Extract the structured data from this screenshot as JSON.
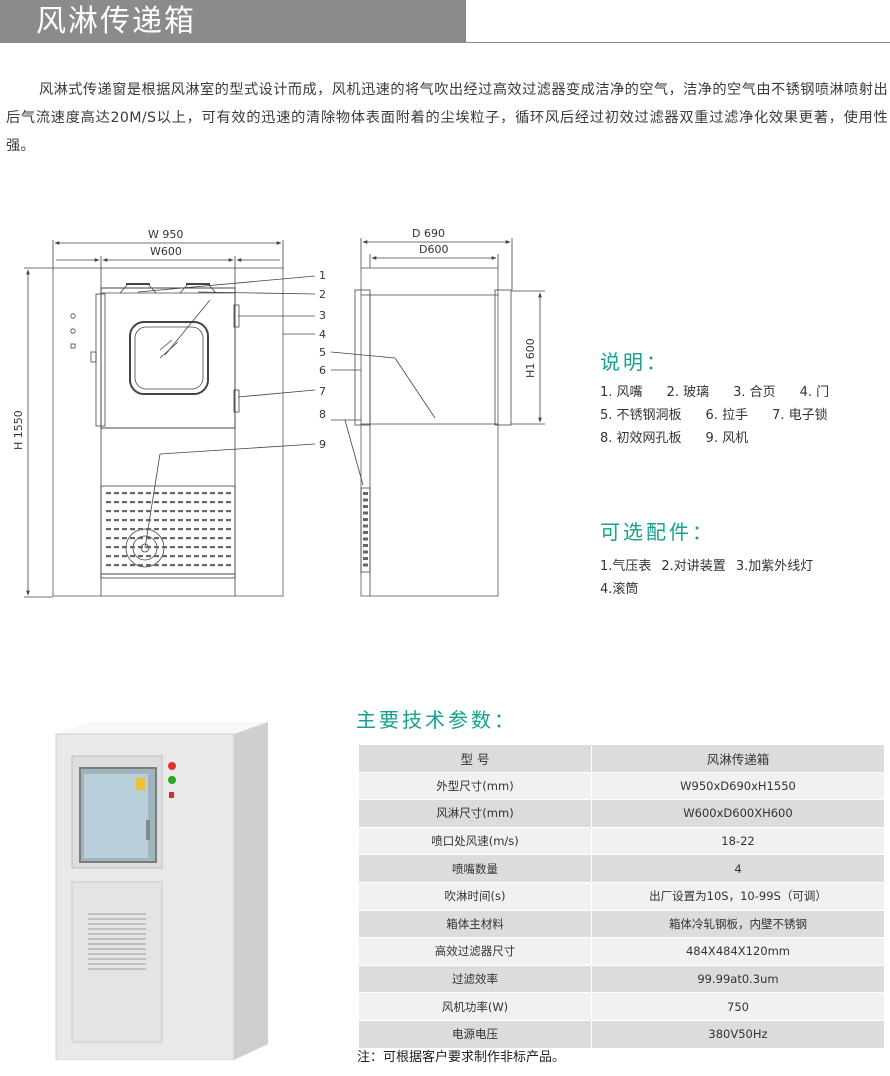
{
  "header": {
    "title": "风淋传递箱"
  },
  "intro": "风淋式传递窗是根据风淋室的型式设计而成，风机迅速的将气吹出经过高效过滤器变成洁净的空气，洁净的空气由不锈钢喷淋喷射出后气流速度高达20M/S以上，可有效的迅速的清除物体表面附着的尘埃粒子，循环风后经过初效过滤器双重过滤净化效果更著，使用性强。",
  "drawing": {
    "dims": {
      "w_outer": "W 950",
      "w_inner": "W600",
      "h_outer": "H 1550",
      "d_outer": "D 690",
      "d_inner": "D600",
      "h_inner": "H1 600"
    },
    "callouts": [
      "1",
      "2",
      "3",
      "4",
      "5",
      "6",
      "7",
      "8",
      "9"
    ]
  },
  "legend": {
    "title": "说明：",
    "lines": [
      [
        "1. 风嘴",
        "2. 玻璃",
        "3. 合页",
        "4. 门"
      ],
      [
        "5. 不锈钢洞板",
        "6. 拉手",
        "7. 电子锁"
      ],
      [
        "8. 初效网孔板",
        "9. 风机"
      ]
    ]
  },
  "options": {
    "title": "可选配件：",
    "lines": [
      [
        "1.气压表",
        "2.对讲装置",
        "3.加紫外线灯"
      ],
      [
        "4.滚筒"
      ]
    ]
  },
  "specs": {
    "title": "主要技术参数：",
    "header": [
      "型 号",
      "风淋传递箱"
    ],
    "rows": [
      [
        "外型尺寸(mm)",
        "W950xD690xH1550"
      ],
      [
        "风淋尺寸(mm)",
        "W600xD600XH600"
      ],
      [
        "喷口处风速(m/s)",
        "18-22"
      ],
      [
        "喷嘴数量",
        "4"
      ],
      [
        "吹淋时间(s)",
        "出厂设置为10S，10-99S（可调）"
      ],
      [
        "箱体主材料",
        "箱体冷轧钢板，内壁不锈钢"
      ],
      [
        "高效过滤器尺寸",
        "484X484X120mm"
      ],
      [
        "过滤效率",
        "99.99at0.3um"
      ],
      [
        "风机功率(W)",
        "750"
      ],
      [
        "电源电压",
        "380V50Hz"
      ]
    ]
  },
  "note": "注：可根据客户要求制作非标产品。",
  "colors": {
    "accent": "#12a28e",
    "title_bar": "#8b8b8b",
    "row_dark": "#dcdcdc",
    "row_light": "#f1f1f1"
  }
}
